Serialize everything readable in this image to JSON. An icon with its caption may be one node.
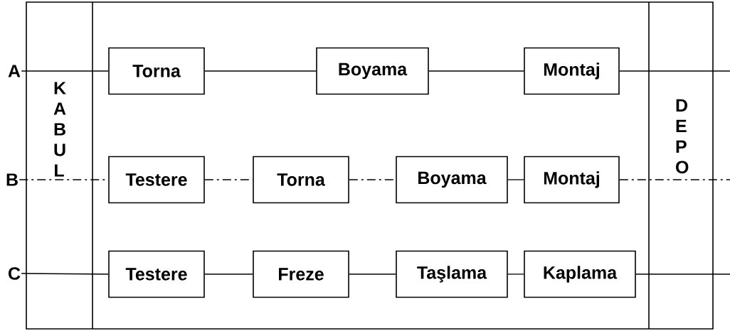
{
  "diagram": {
    "nodes": [
      {
        "text": [
          "A"
        ]
      },
      {
        "text": [
          "B"
        ]
      },
      {
        "text": [
          "C"
        ]
      },
      {
        "text": [
          "Torna"
        ]
      },
      {
        "text": [
          "Boyama"
        ]
      },
      {
        "text": [
          "Montaj"
        ]
      },
      {
        "text": [
          "Testere"
        ]
      },
      {
        "text": [
          "Torna"
        ]
      },
      {
        "text": [
          "Boyama"
        ]
      },
      {
        "text": [
          "Montaj"
        ]
      },
      {
        "text": [
          "Testere"
        ]
      },
      {
        "text": [
          "Freze"
        ]
      },
      {
        "text": [
          "Taşlama"
        ]
      },
      {
        "text": [
          "Kaplama"
        ]
      }
    ],
    "edges": [
      {
        "from": 0,
        "to": 3,
        "arrow": "none"
      },
      {
        "from": 3,
        "to": 4,
        "arrow": "none"
      },
      {
        "from": 4,
        "to": 5,
        "arrow": "none"
      },
      {
        "from": 5,
        "to": null,
        "arrow": "none"
      },
      {
        "from": 1,
        "to": 6,
        "arrow": "none",
        "style": "dashed"
      },
      {
        "from": 6,
        "to": 7,
        "arrow": "none",
        "style": "dashed"
      },
      {
        "from": 7,
        "to": 8,
        "arrow": "none",
        "style": "dashed"
      },
      {
        "from": 8,
        "to": 9,
        "arrow": "none"
      },
      {
        "from": 9,
        "to": null,
        "arrow": "none",
        "style": "dashed"
      },
      {
        "from": 2,
        "to": 10,
        "arrow": "none"
      },
      {
        "from": 10,
        "to": 11,
        "arrow": "none"
      },
      {
        "from": 11,
        "to": 12,
        "arrow": "none"
      },
      {
        "from": 12,
        "to": 13,
        "arrow": "none"
      },
      {
        "from": 13,
        "to": null,
        "arrow": "none"
      }
    ],
    "labels": [
      "K A B U L",
      "D E P O"
    ]
  }
}
